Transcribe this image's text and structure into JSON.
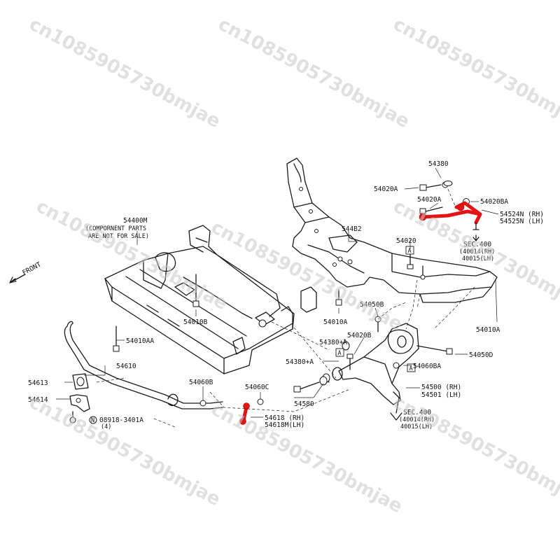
{
  "watermark": "cn1085905730bmjae",
  "front_label": "FRONT",
  "colors": {
    "highlight": "#e41414",
    "line": "#1a1a1a",
    "watermark": "#c8c8c8"
  },
  "labels": {
    "p54400M": "54400M",
    "component_note_1": "(COMPORNENT PARTS",
    "component_note_2": "ARE NOT FOR SALE)",
    "p54010B": "54010B",
    "p54010AA": "54010AA",
    "p54610": "54610",
    "p54613": "54613",
    "p54614": "54614",
    "p08918": "08918-3401A",
    "qty_4": "(4)",
    "p54060B": "54060B",
    "p54060C": "54060C",
    "p54618_rh": "54618 (RH)",
    "p54618M_lh": "54618M(LH)",
    "p54580": "54580",
    "p54380A_lower": "54380+A",
    "p54380A_mid": "54380+A",
    "p54020B": "54020B",
    "p54050B": "54050B",
    "p54060BA": "54060BA",
    "p54050D": "54050D",
    "p54500_rh": "54500 (RH)",
    "p54501_lh": "54501 (LH)",
    "sec400_lower": "SEC.400",
    "sec400_lower_rh": "(40014(RH)",
    "sec400_lower_lh": "40015(LH)",
    "p54010A_mid": "54010A",
    "p544B2": "544B2",
    "p54020_mid": "54020",
    "p54380": "54380",
    "p54020A_left": "54020A",
    "p54020A_mid": "54020A",
    "p54020BA": "54020BA",
    "p54524N_rh": "54524N (RH)",
    "p54525N_lh": "54525N (LH)",
    "sec400_upper": "SEC.400",
    "sec400_upper_rh": "(40014(RH)",
    "sec400_upper_lh": "40015(LH)",
    "p54010A_right": "54010A",
    "ref_A1": "A",
    "ref_A2": "A",
    "ref_A3": "A"
  }
}
